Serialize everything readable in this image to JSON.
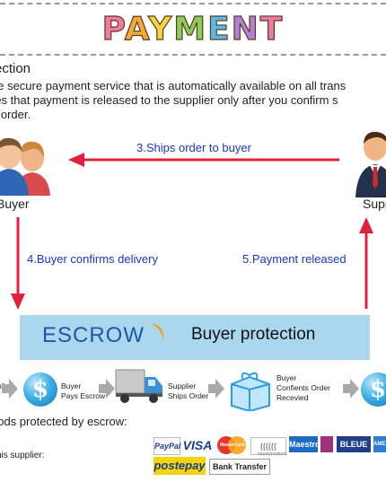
{
  "header": {
    "title_letters": [
      "P",
      "A",
      "Y",
      "M",
      "E",
      "N",
      "T"
    ],
    "title_colors": [
      "#f07aa5",
      "#f6a93b",
      "#f4d63a",
      "#8ccd57",
      "#5bb8e8",
      "#b47ed6",
      "#f07aa5"
    ]
  },
  "section": {
    "heading": "ection",
    "lines": [
      "ee secure payment service that is automatically available on all trans",
      "res that payment is released to the supplier only after you confirm s",
      "u order."
    ]
  },
  "diagram": {
    "buyer_label": "Buyer",
    "supplier_label": "Supp",
    "step3": "3.Ships order to buyer",
    "step4": "4.Buyer confirms delivery",
    "step5": "5.Payment released",
    "escrow_word": "ESCROW",
    "buyer_protection": "Buyer protection",
    "arrow_color": "#e0203c"
  },
  "flow": {
    "step_online": "nline",
    "step_pays_line1": "Buyer",
    "step_pays_line2": "Pays Escrow",
    "step_ships_line1": "Supplier",
    "step_ships_line2": "Ships Order",
    "step_confirm_line1": "Buyer",
    "step_confirm_line2": "Confients Order",
    "step_confirm_line3": "Recevied"
  },
  "footer": {
    "methods_text": "hods protected by escrow:",
    "supplier_text": "his supplier:",
    "payment_badges": [
      "PayPal",
      "VISA",
      "MasterCard",
      "((((((",
      "moneybookers",
      "Maestro",
      "",
      "BLEUE",
      "AMEX"
    ],
    "postepay": "postepay",
    "bank_transfer": "Bank Transfer"
  }
}
